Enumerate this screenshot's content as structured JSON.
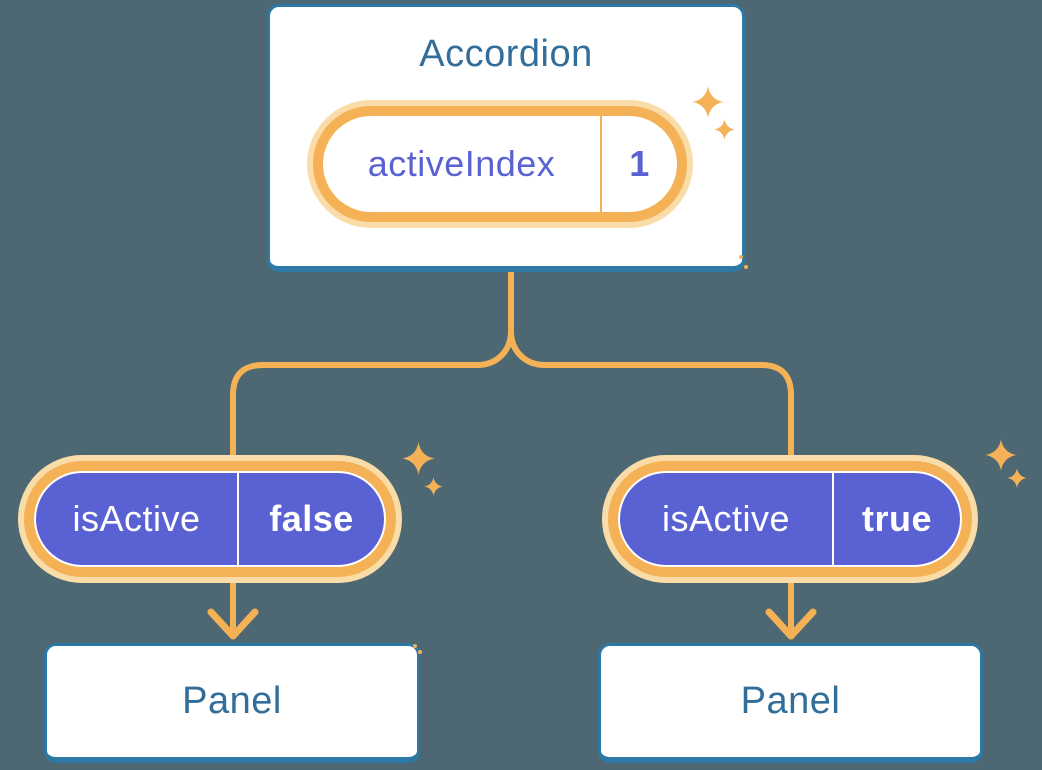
{
  "colors": {
    "background": "#4D6872",
    "accent_orange": "#F5B156",
    "accent_orange_glow": "#FADCA8",
    "purple": "#5A61D3",
    "node_blue_border": "#2E78A6",
    "label_blue": "#326E99",
    "white": "#FFFFFF"
  },
  "icons": {
    "sparkle": "four-point-star",
    "arrow": "downward-chevron-arrow"
  },
  "tree": {
    "root": {
      "title": "Accordion",
      "state": {
        "name": "activeIndex",
        "value": "1"
      }
    },
    "children": [
      {
        "prop": {
          "name": "isActive",
          "value": "false"
        },
        "label": "Panel"
      },
      {
        "prop": {
          "name": "isActive",
          "value": "true"
        },
        "label": "Panel"
      }
    ]
  }
}
